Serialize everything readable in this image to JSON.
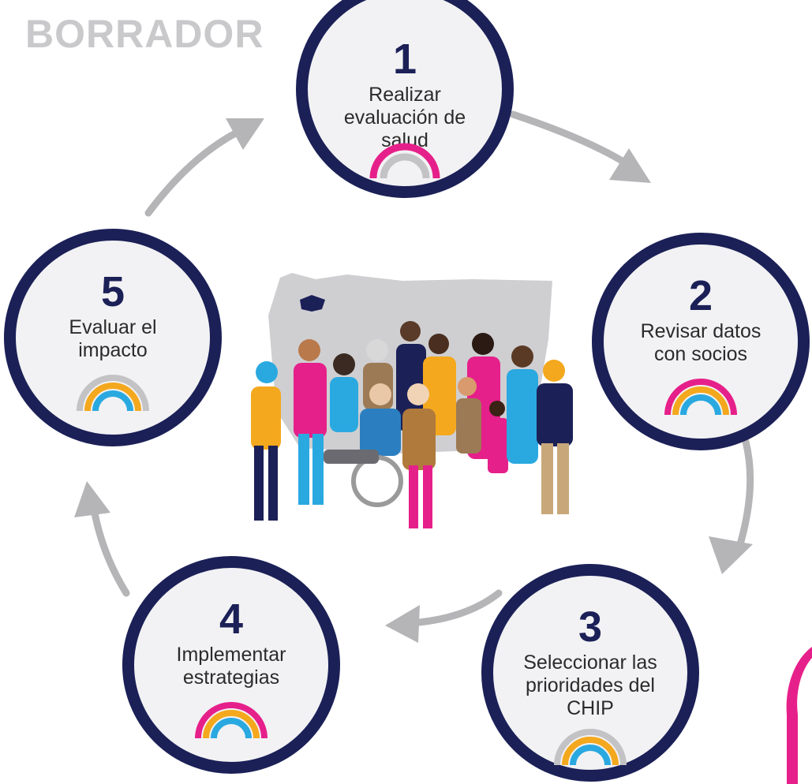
{
  "watermark": "BORRADOR",
  "steps": [
    {
      "number": "1",
      "label": "Realizar evaluación de salud",
      "rainbow": "pink-gray-rainbow"
    },
    {
      "number": "2",
      "label": "Revisar datos con socios",
      "rainbow": "pink-orange-blue-rainbow"
    },
    {
      "number": "3",
      "label": "Seleccionar las prioridades del CHIP",
      "rainbow": "gray-orange-blue-rainbow"
    },
    {
      "number": "4",
      "label": "Implementar estrategias",
      "rainbow": "pink-orange-blue-rainbow"
    },
    {
      "number": "5",
      "label": "Evaluar el impacto",
      "rainbow": "gray-orange-blue-rainbow"
    }
  ],
  "colors": {
    "ring": "#1b2057",
    "circle_fill": "#f2f2f4",
    "arrow": "#b5b5b8",
    "pink": "#e6208a",
    "orange": "#f4a81d",
    "blue": "#2aa9e0",
    "gray": "#c3c3c6"
  }
}
